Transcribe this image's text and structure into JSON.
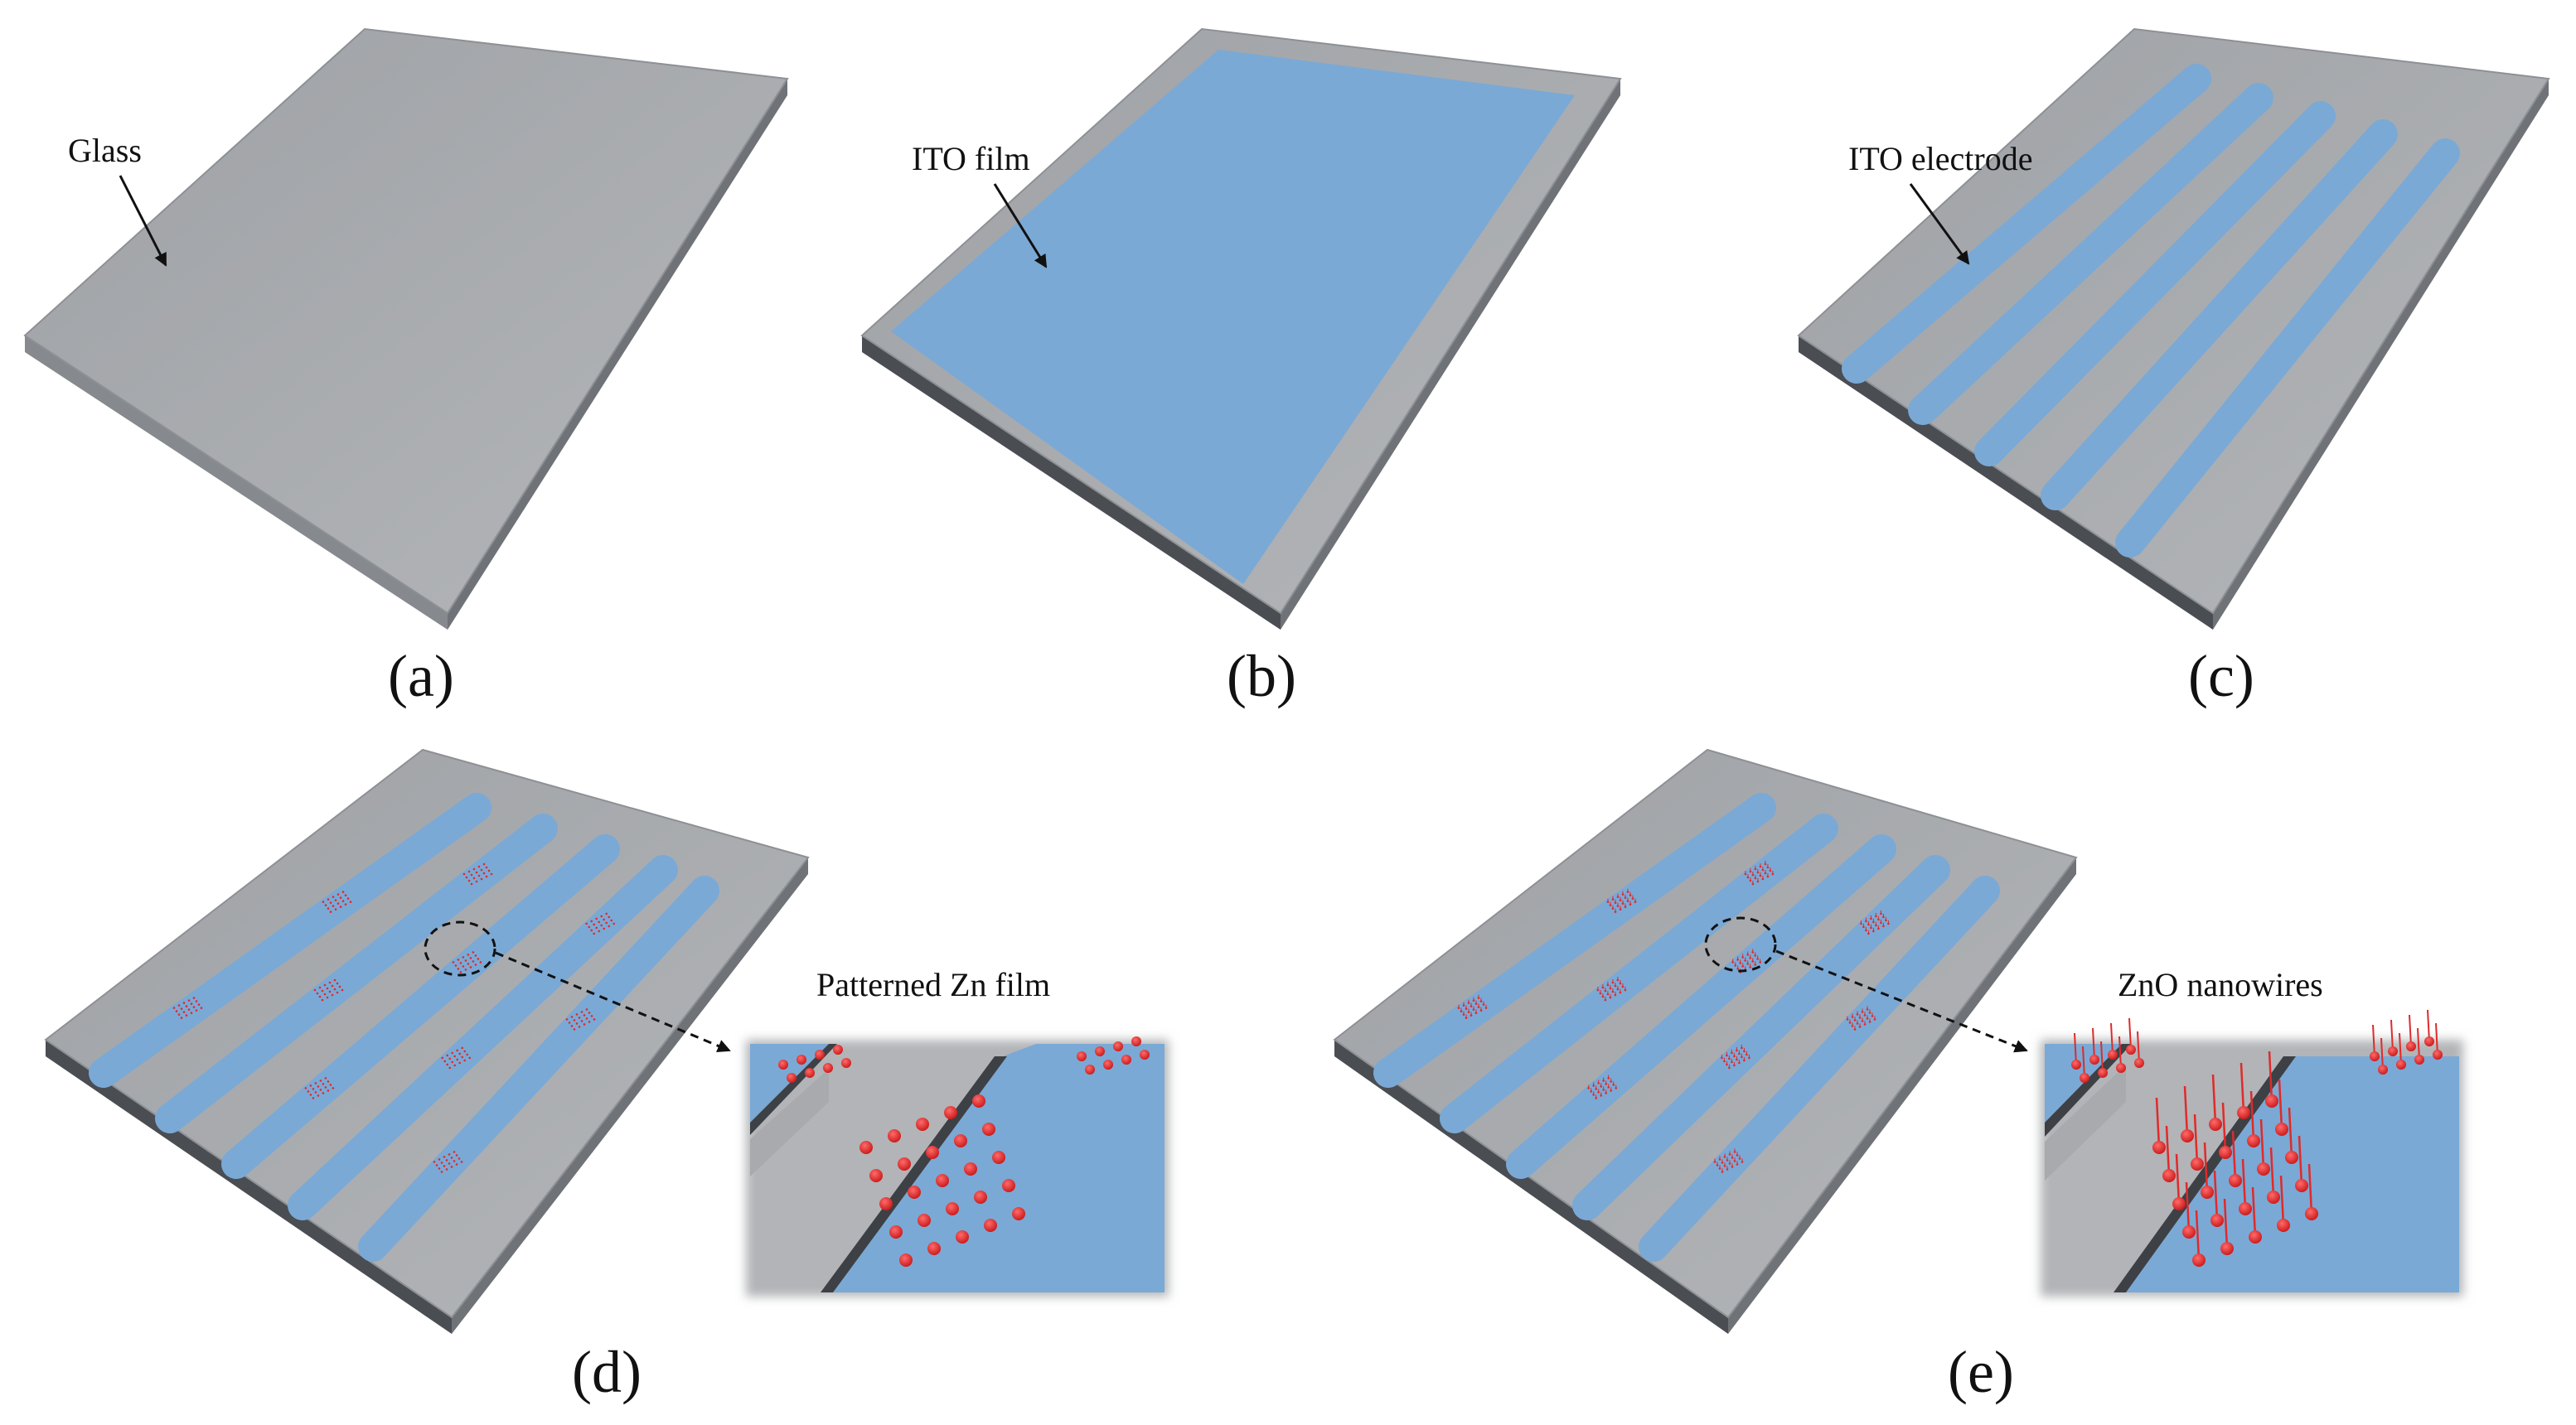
{
  "panels": {
    "a": {
      "caption": "(a)",
      "label": "Glass"
    },
    "b": {
      "caption": "(b)",
      "label": "ITO film"
    },
    "c": {
      "caption": "(c)",
      "label": "ITO electrode"
    },
    "d": {
      "caption": "(d)",
      "label": "Patterned Zn film"
    },
    "e": {
      "caption": "(e)",
      "label": "ZnO nanowires"
    }
  },
  "colors": {
    "glass_top": "#a9abaf",
    "glass_side": "#6f7276",
    "ito_blue": "#7aa9d6",
    "zn_dot": "#e02a2a",
    "zoom_bg": "#b2b4b7"
  }
}
